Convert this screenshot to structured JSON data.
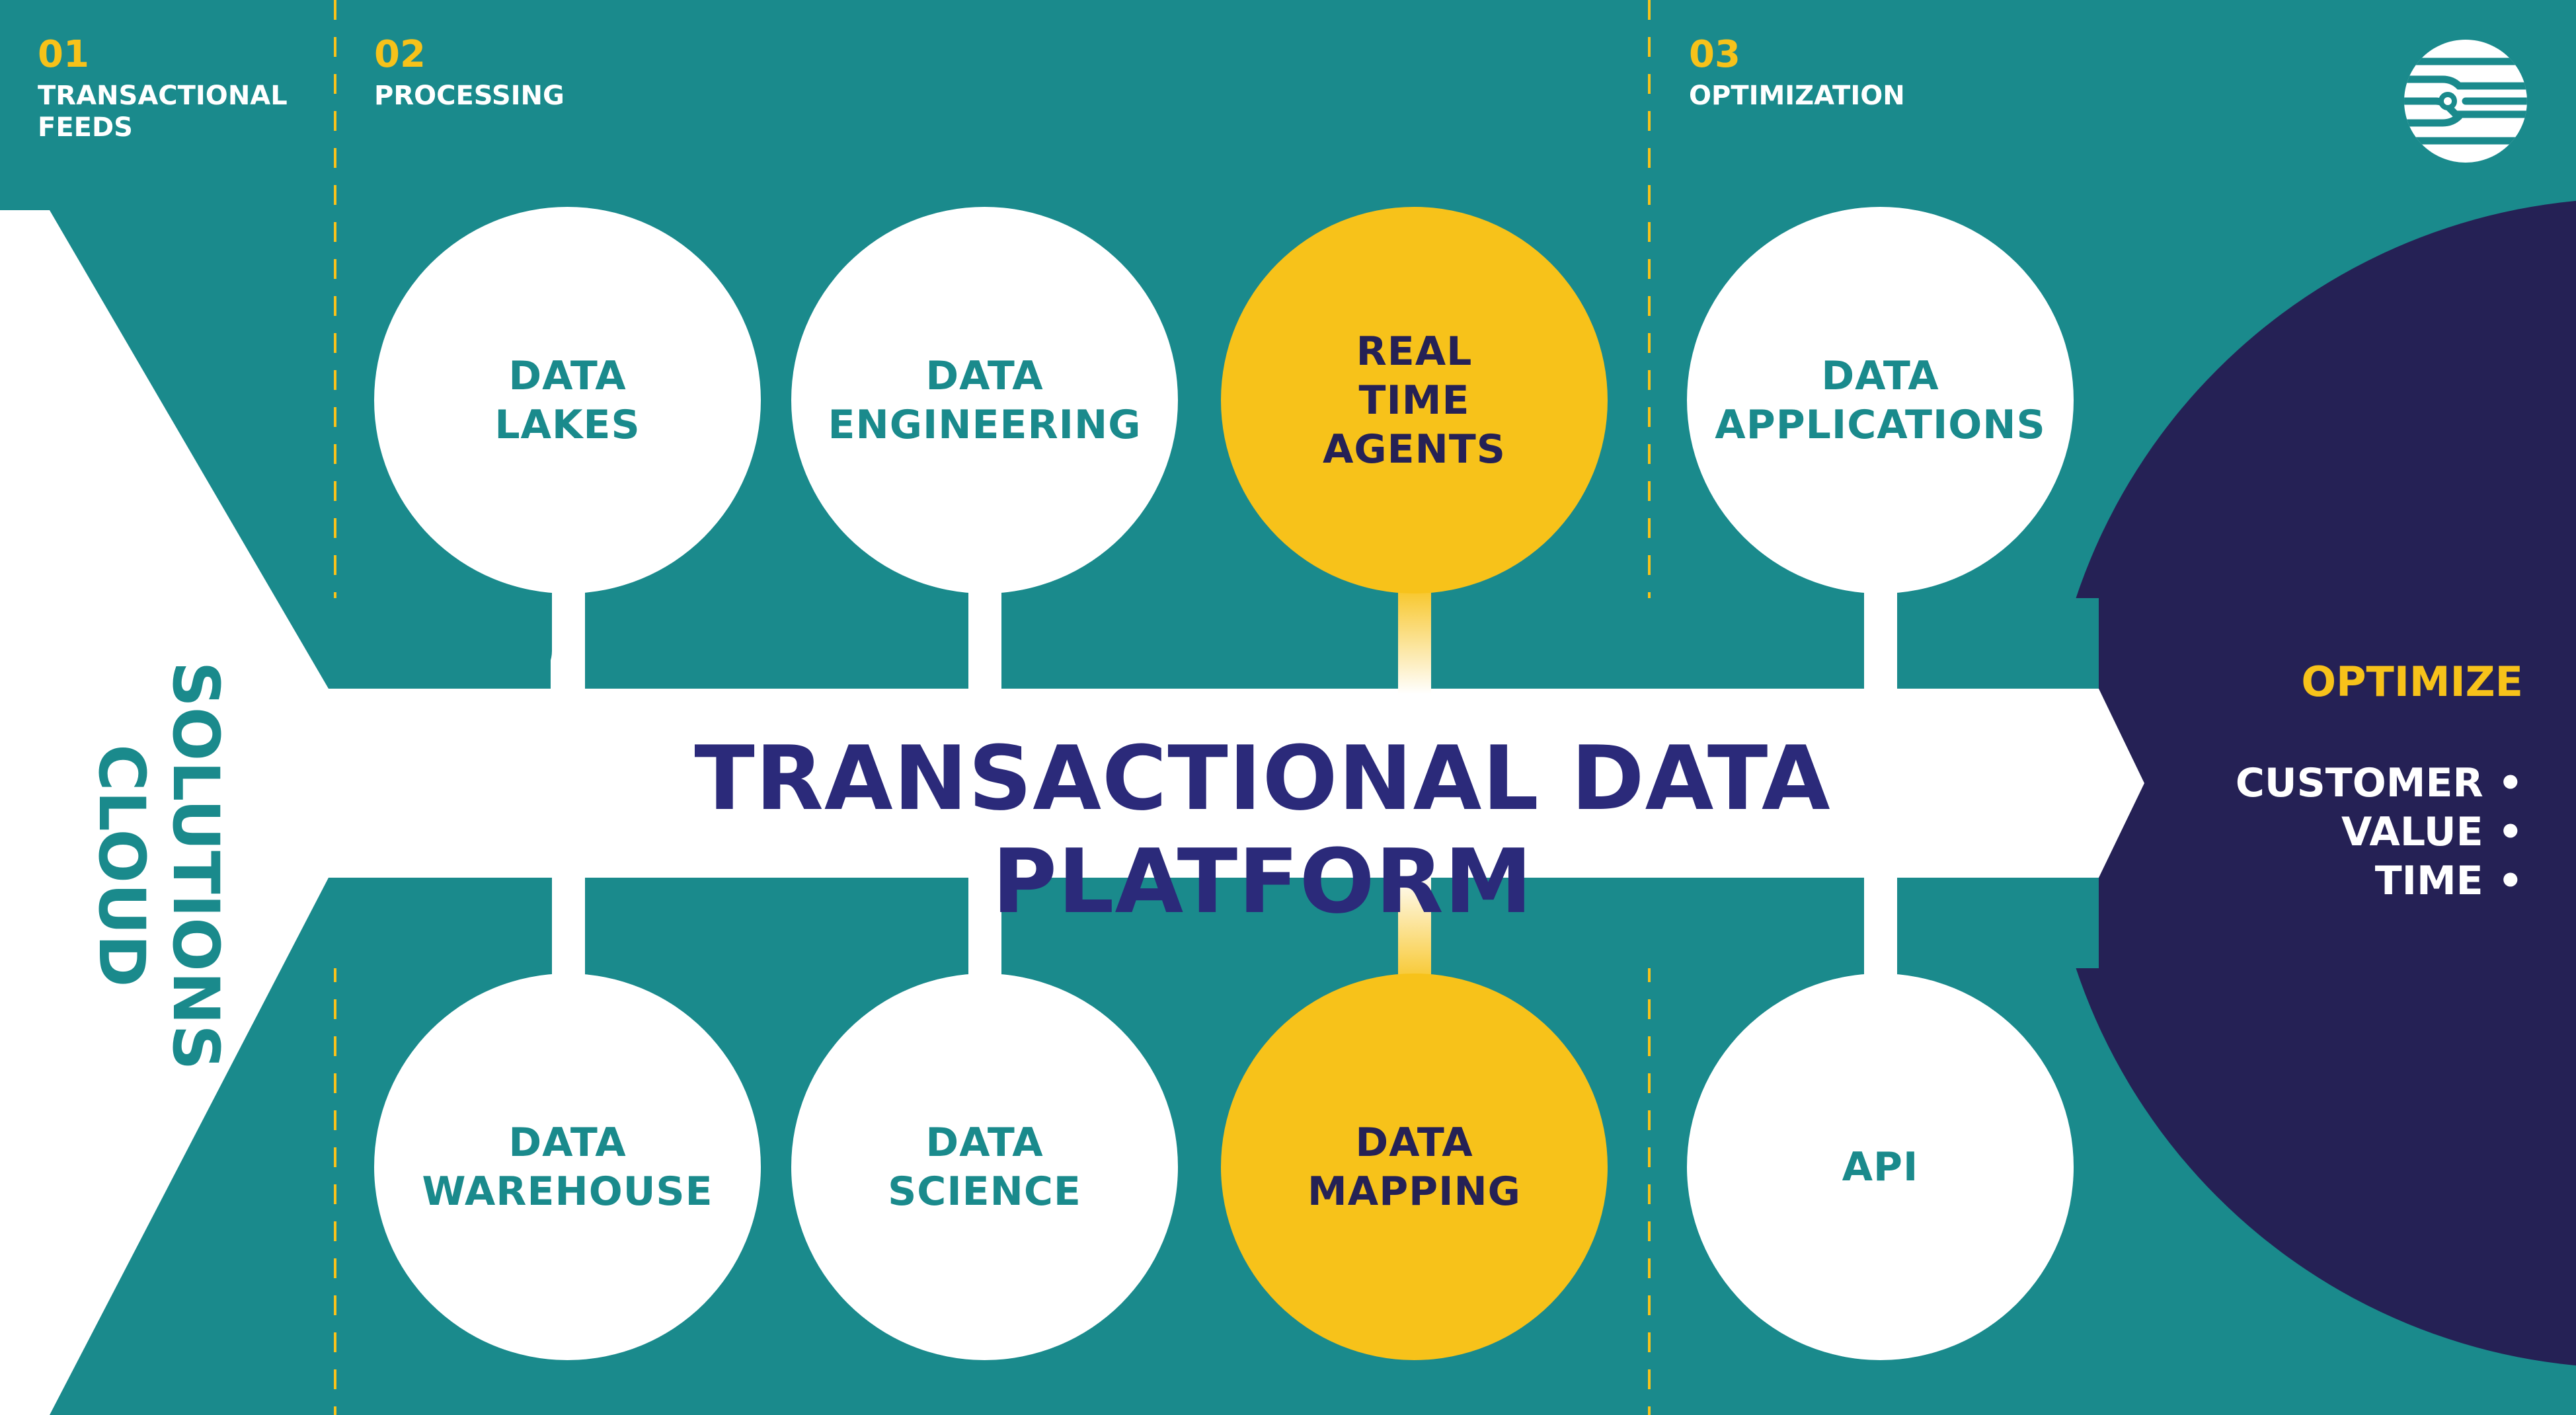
{
  "stages": [
    {
      "number": "01",
      "name": "TRANSACTIONAL\nFEEDS"
    },
    {
      "number": "02",
      "name": "PROCESSING"
    },
    {
      "number": "03",
      "name": "OPTIMIZATION"
    }
  ],
  "cloud_label": "SOLUTIONS\nCLOUD",
  "platform_title": "TRANSACTIONAL DATA PLATFORM",
  "nodes_top": [
    {
      "label": "DATA\nLAKES",
      "highlight": false
    },
    {
      "label": "DATA\nENGINEERING",
      "highlight": false
    },
    {
      "label": "REAL\nTIME\nAGENTS",
      "highlight": true
    },
    {
      "label": "DATA\nAPPLICATIONS",
      "highlight": false
    }
  ],
  "nodes_bottom": [
    {
      "label": "DATA\nWAREHOUSE",
      "highlight": false
    },
    {
      "label": "DATA\nSCIENCE",
      "highlight": false
    },
    {
      "label": "DATA\nMAPPING",
      "highlight": true
    },
    {
      "label": "API",
      "highlight": false
    }
  ],
  "optimize": {
    "heading": "OPTIMIZE",
    "items": [
      "CUSTOMER",
      "VALUE",
      "TIME"
    ],
    "bullet": "•"
  },
  "colors": {
    "background": "#1a8a8c",
    "accent": "#f7c21a",
    "navy": "#252155",
    "title": "#2b2a7a",
    "white": "#ffffff"
  },
  "icons": {
    "logo": "circuit-globe-icon"
  }
}
